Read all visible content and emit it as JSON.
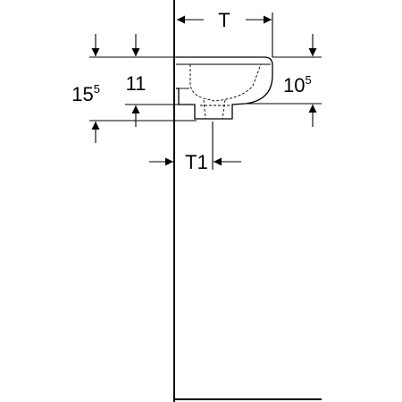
{
  "diagram": {
    "width_label": "T",
    "offset_label": "T1",
    "total_height": {
      "main": "15",
      "sup": "5"
    },
    "bowl_height": {
      "main": "11"
    },
    "rim_height": {
      "main": "10",
      "sup": "5"
    }
  },
  "colors": {
    "line": "#000000",
    "background": "#ffffff"
  }
}
